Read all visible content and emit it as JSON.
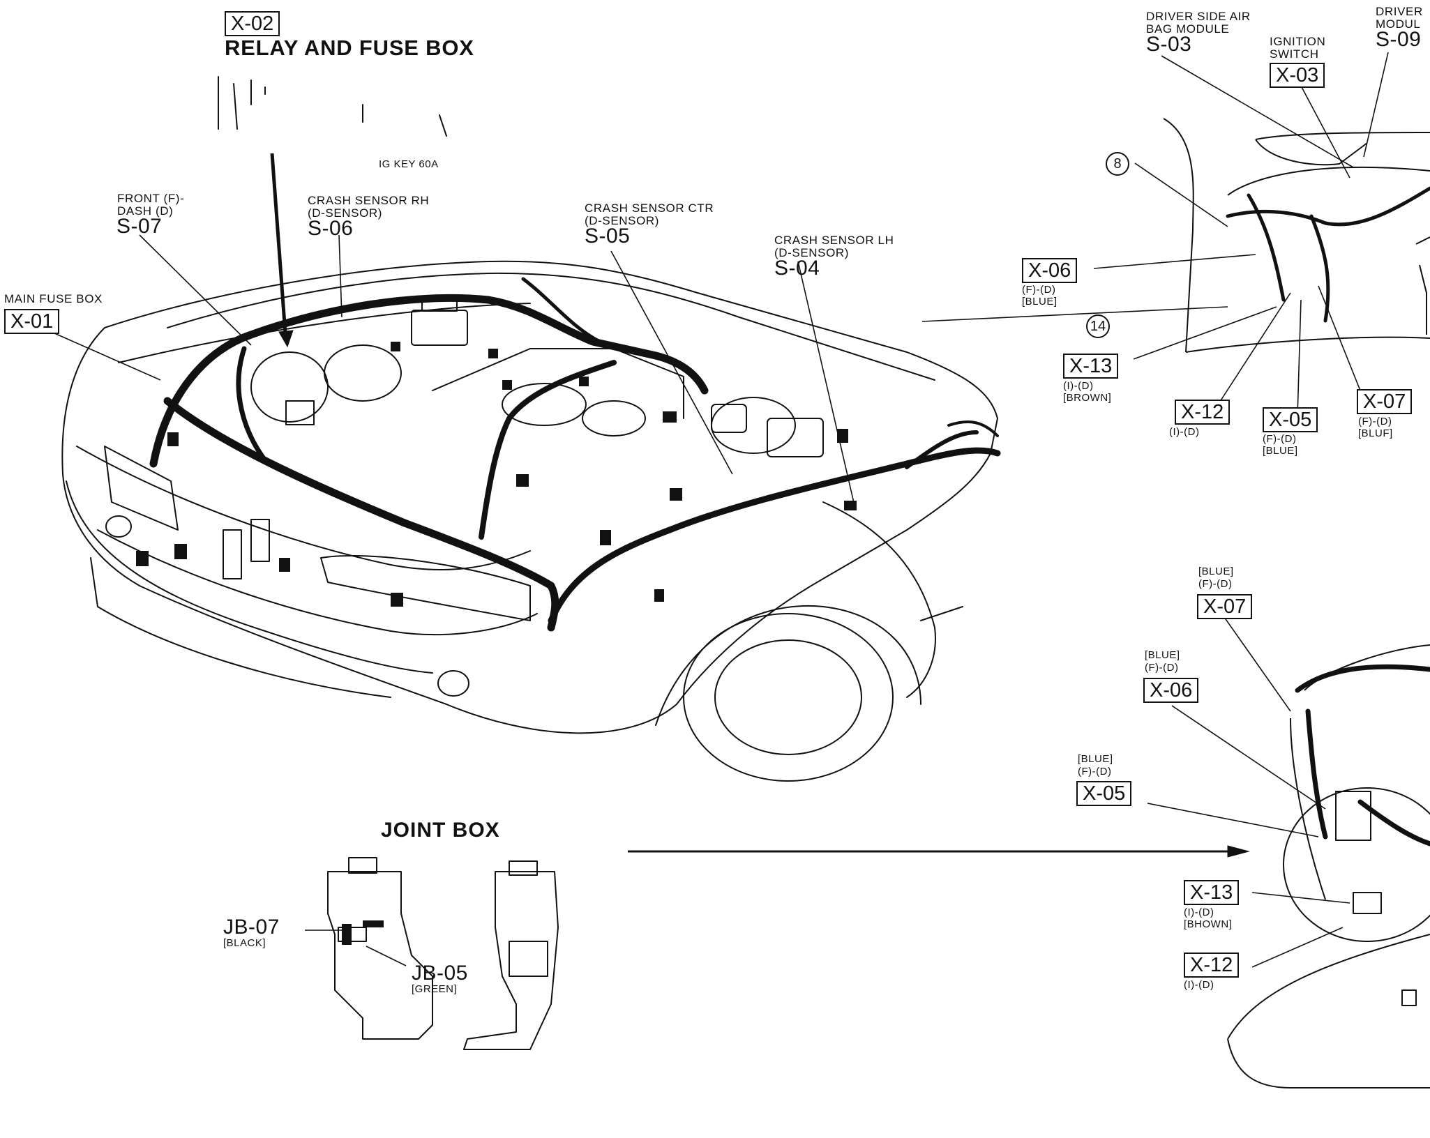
{
  "diagram": {
    "relay_fuse_box": {
      "code": "X-02",
      "title": "RELAY AND FUSE BOX",
      "fuse": "IG KEY 60A"
    },
    "front_dash": {
      "line1": "FRONT (F)-",
      "line2": "DASH (D)",
      "code": "S-07"
    },
    "crash_rh": {
      "line1": "CRASH SENSOR RH",
      "line2": "(D-SENSOR)",
      "code": "S-06"
    },
    "crash_ctr": {
      "line1": "CRASH SENSOR CTR",
      "line2": "(D-SENSOR)",
      "code": "S-05"
    },
    "crash_lh": {
      "line1": "CRASH SENSOR LH",
      "line2": "(D-SENSOR)",
      "code": "S-04"
    },
    "main_fuse_box": {
      "label": "MAIN FUSE BOX",
      "code": "X-01"
    },
    "airbag_module": {
      "line1": "DRIVER SIDE AIR",
      "line2": "BAG MODULE",
      "code": "S-03"
    },
    "ignition_switch": {
      "line1": "IGNITION",
      "line2": "SWITCH",
      "code": "X-03"
    },
    "driver_module": {
      "line1": "DRIVER",
      "line2": "MODUL",
      "code": "S-09"
    },
    "callouts": {
      "c8": "8",
      "c14": "14"
    },
    "upper_connectors": {
      "x06": {
        "code": "X-06",
        "l1": "(F)-(D)",
        "l2": "[BLUE]"
      },
      "x13": {
        "code": "X-13",
        "l1": "(I)-(D)",
        "l2": "[BROWN]"
      },
      "x12": {
        "code": "X-12",
        "l1": "(I)-(D)"
      },
      "x05": {
        "code": "X-05",
        "l1": "(F)-(D)",
        "l2": "[BLUE]"
      },
      "x07": {
        "code": "X-07",
        "l1": "(F)-(D)",
        "l2": "[BLUF]"
      }
    },
    "lower_connectors": {
      "x07": {
        "color": "[BLUE]",
        "l1": "(F)-(D)",
        "code": "X-07"
      },
      "x06": {
        "color": "[BLUE]",
        "l1": "(F)-(D)",
        "code": "X-06"
      },
      "x05": {
        "color": "[BLUE]",
        "l1": "(F)-(D)",
        "code": "X-05"
      },
      "x13": {
        "code": "X-13",
        "l1": "(I)-(D)",
        "l2": "[BHOWN]"
      },
      "x12": {
        "code": "X-12",
        "l1": "(I)-(D)"
      }
    },
    "joint_box": {
      "title": "JOINT BOX",
      "jb07": {
        "code": "JB-07",
        "color": "[BLACK]"
      },
      "jb05": {
        "code": "JB-05",
        "color": "[GREEN]"
      }
    }
  }
}
